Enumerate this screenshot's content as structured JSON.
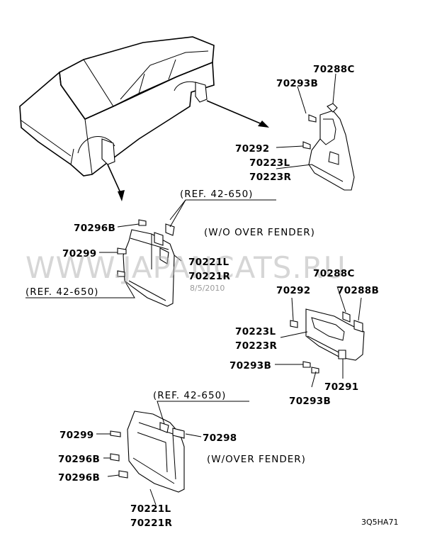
{
  "labels": {
    "p70288c_top": "70288C",
    "p70293b_top": "70293B",
    "p70292_top": "70292",
    "p70223l_top": "70223L",
    "p70223r_top": "70223R",
    "p70296b_mid": "70296B",
    "p70299_mid": "70299",
    "p70221l_mid": "70221L",
    "p70221r_mid": "70221R",
    "p70288c_mid": "70288C",
    "p70292_mid": "70292",
    "p70288b_mid": "70288B",
    "p70223l_mid": "70223L",
    "p70223r_mid": "70223R",
    "p70293b_mid1": "70293B",
    "p70291_mid": "70291",
    "p70293b_mid2": "70293B",
    "p70299_bot": "70299",
    "p70298_bot": "70298",
    "p70296b_bot1": "70296B",
    "p70296b_bot2": "70296B",
    "p70221l_bot": "70221L",
    "p70221r_bot": "70221R"
  },
  "notes": {
    "ref_top": "(REF. 42-650)",
    "ref_left": "(REF. 42-650)",
    "ref_bottom": "(REF. 42-650)",
    "wo_over_fender": "(W/O OVER FENDER)",
    "w_over_fender": "(W/OVER FENDER)"
  },
  "watermark": "WWW.JAPANCATS.RU",
  "date_stamp": "8/5/2010",
  "diagram_code": "3Q5HA71"
}
